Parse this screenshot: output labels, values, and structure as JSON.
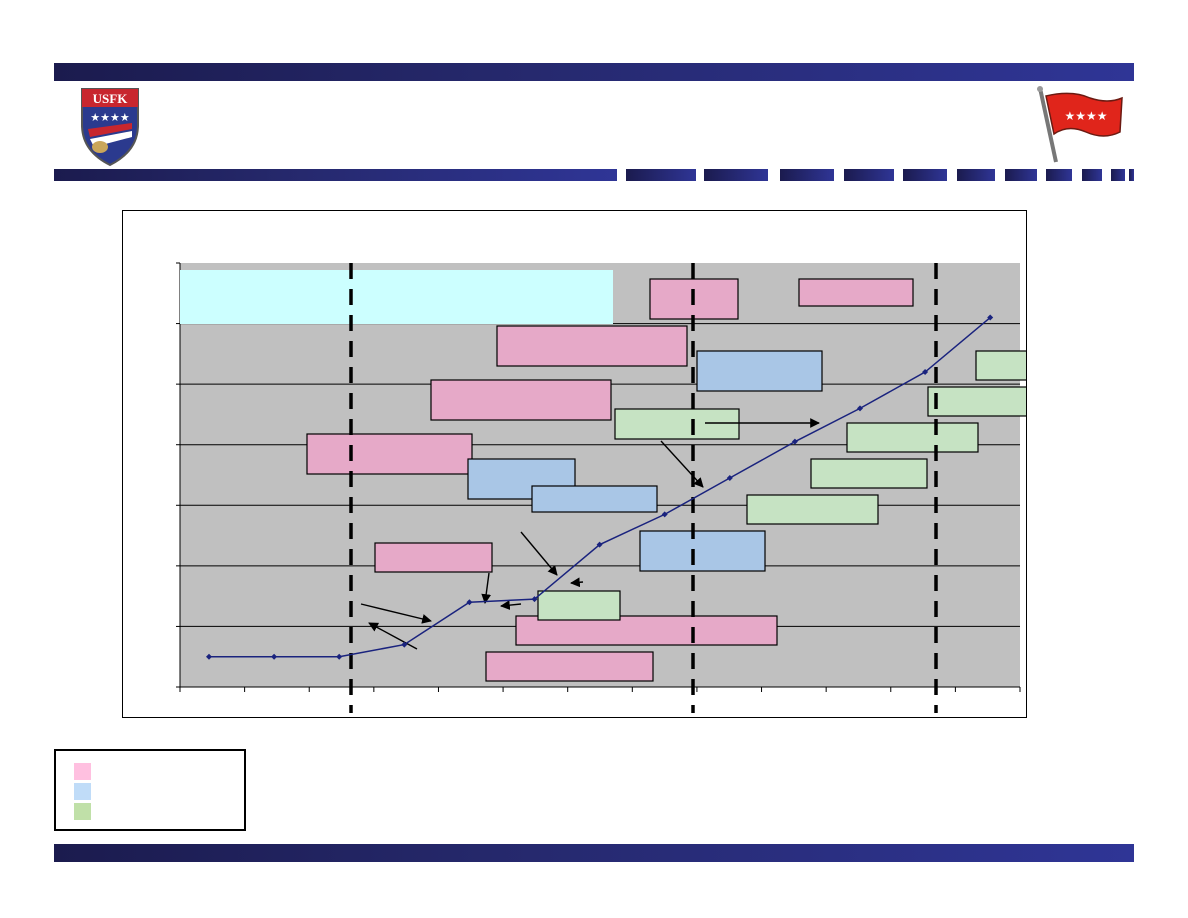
{
  "header": {
    "left_logo_text": "USFK",
    "top_band_color": "#25286b"
  },
  "chart_data": {
    "type": "line",
    "x": [
      1,
      2,
      3,
      4,
      5,
      6,
      7,
      8,
      9,
      10,
      11,
      12,
      13
    ],
    "series": [
      {
        "values": [
          0.5,
          0.5,
          0.5,
          0.7,
          1.4,
          1.45,
          2.35,
          2.85,
          3.45,
          4.05,
          4.6,
          5.2,
          6.1
        ]
      }
    ],
    "ylim": [
      0,
      7
    ],
    "grid": true,
    "dashed_dividers": 3,
    "colors": {
      "pink": "#e6a9c8",
      "blue": "#a9c6e6",
      "green": "#c6e3c3",
      "cyan": "#ccffff",
      "line": "#1a237e",
      "plot_bg": "#c0c0c0"
    }
  },
  "legend": {
    "items": [
      {
        "color": "#ffc0e0",
        "label": ""
      },
      {
        "color": "#c0dcf8",
        "label": ""
      },
      {
        "color": "#c0e0a8",
        "label": ""
      }
    ]
  }
}
